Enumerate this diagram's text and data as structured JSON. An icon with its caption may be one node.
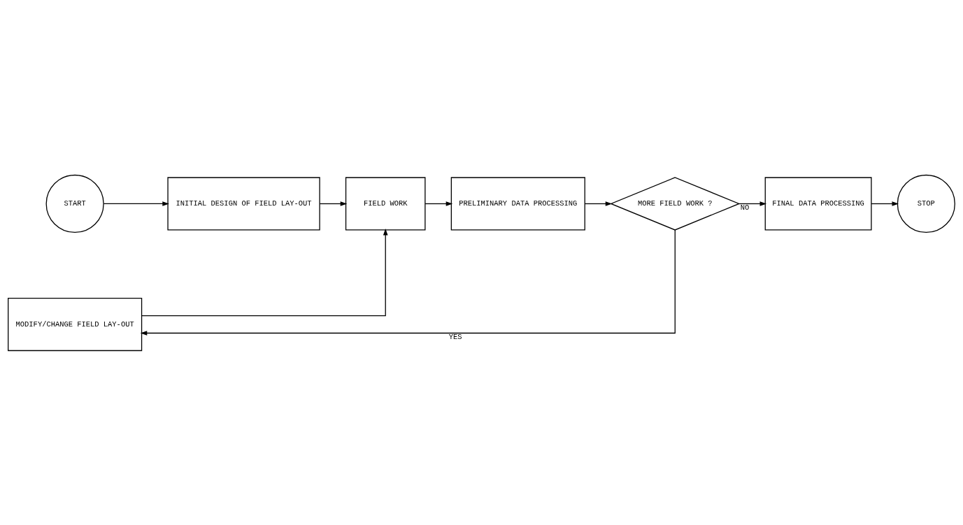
{
  "diagram": {
    "nodes": [
      {
        "text": [
          "START"
        ]
      },
      {
        "text": [
          "INITIAL DESIGN OF FIELD LAY-OUT"
        ]
      },
      {
        "text": [
          "FIELD WORK"
        ]
      },
      {
        "text": [
          "PRELIMINARY DATA PROCESSING"
        ]
      },
      {
        "text": [
          "MORE FIELD WORK ?"
        ]
      },
      {
        "text": [
          "MODIFY/CHANGE FIELD LAY-OUT"
        ]
      },
      {
        "text": [
          "FINAL DATA PROCESSING"
        ]
      },
      {
        "text": [
          "STOP"
        ]
      }
    ],
    "edges": [
      {
        "from": 0,
        "to": 1,
        "arrow": "to"
      },
      {
        "from": 1,
        "to": 2,
        "arrow": "to"
      },
      {
        "from": 2,
        "to": 3,
        "arrow": "to"
      },
      {
        "from": 3,
        "to": 4,
        "arrow": "to"
      },
      {
        "from": 4,
        "to": 5,
        "arrow": "to",
        "label": "YES"
      },
      {
        "from": 5,
        "to": 2,
        "arrow": "to"
      },
      {
        "from": 4,
        "to": 6,
        "arrow": "to",
        "label": "NO"
      },
      {
        "from": 6,
        "to": 7,
        "arrow": "to"
      }
    ]
  }
}
